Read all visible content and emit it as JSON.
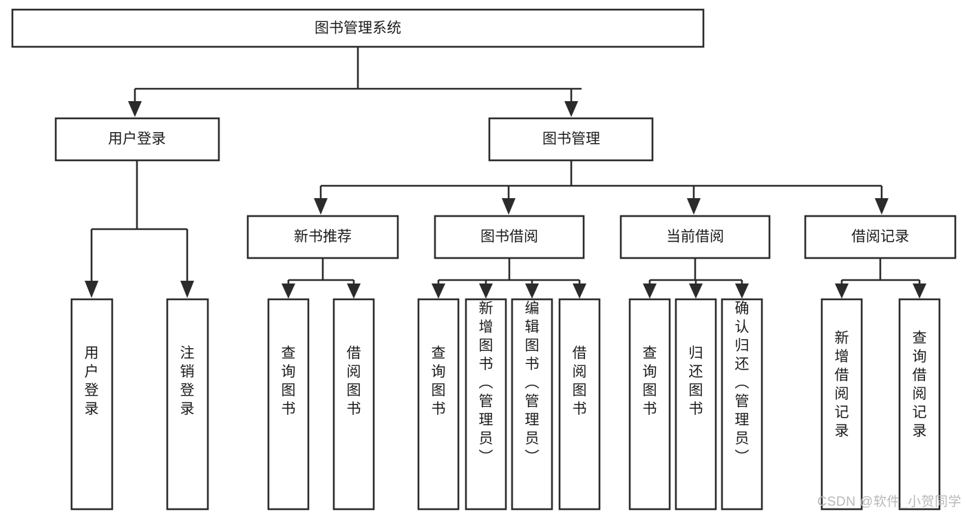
{
  "diagram": {
    "type": "tree-hierarchy",
    "title": "图书管理系统",
    "watermark": "CSDN @软件_小贺同学",
    "colors": {
      "stroke": "#2b2b2b",
      "fill": "#ffffff",
      "text": "#1b1b1b",
      "watermark": "#b8b8b8"
    },
    "levels": {
      "root": {
        "label": "图书管理系统"
      },
      "level1": [
        {
          "label": "用户登录"
        },
        {
          "label": "图书管理"
        }
      ],
      "level2": [
        {
          "label": "新书推荐"
        },
        {
          "label": "图书借阅"
        },
        {
          "label": "当前借阅"
        },
        {
          "label": "借阅记录"
        }
      ],
      "leaves_user_login": [
        {
          "label": "用户登录"
        },
        {
          "label": "注销登录"
        }
      ],
      "leaves_new_book": [
        {
          "label": "查询图书"
        },
        {
          "label": "借阅图书"
        }
      ],
      "leaves_borrow": [
        {
          "label": "查询图书"
        },
        {
          "label": "新增图书（管理员）"
        },
        {
          "label": "编辑图书（管理员）"
        },
        {
          "label": "借阅图书"
        }
      ],
      "leaves_current": [
        {
          "label": "查询图书"
        },
        {
          "label": "归还图书"
        },
        {
          "label": "确认归还（管理员）"
        }
      ],
      "leaves_records": [
        {
          "label": "新增借阅记录"
        },
        {
          "label": "查询借阅记录"
        }
      ]
    }
  }
}
